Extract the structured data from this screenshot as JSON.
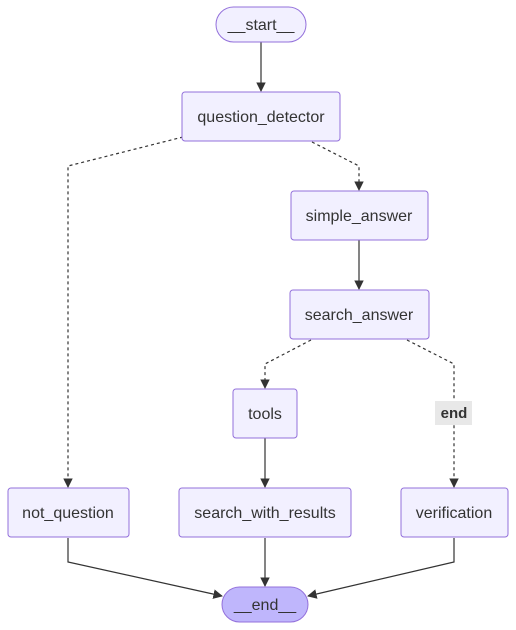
{
  "nodes": {
    "start": "__start__",
    "question_detector": "question_detector",
    "simple_answer": "simple_answer",
    "search_answer": "search_answer",
    "tools": "tools",
    "not_question": "not_question",
    "search_with_results": "search_with_results",
    "verification": "verification",
    "end": "__end__"
  },
  "edge_labels": {
    "search_answer_to_verification": "end"
  },
  "colors": {
    "node_fill": "#f2f0ff",
    "node_stroke": "#9370db",
    "end_node_fill": "#bfb6fc",
    "edge": "#333333",
    "edge_label_bg": "#e8e8e8"
  }
}
